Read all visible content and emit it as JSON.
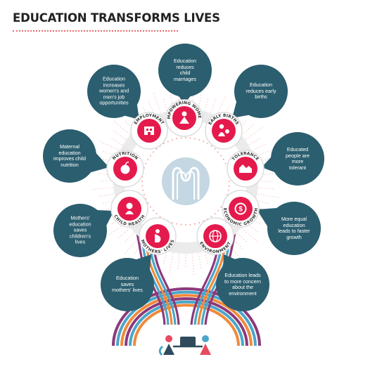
{
  "title": "EDUCATION TRANSFORMS LIVES",
  "colors": {
    "bubble": "#2b5e6f",
    "node": "#e51a4c",
    "ring": "#ebebeb",
    "center": "#c4d7e2",
    "purple": "#8c3a7c",
    "blue": "#4aa6c8",
    "orange": "#f08a3c",
    "dark": "#2f4b5c",
    "pink": "#e84a5f"
  },
  "nodes": [
    {
      "id": "employment",
      "label": "EMPLOYMENT",
      "icon": "building-icon"
    },
    {
      "id": "empowering-women",
      "label": "EMPOWERING WOMEN",
      "icon": "woman-icon"
    },
    {
      "id": "early-births",
      "label": "EARLY BIRTHS",
      "icon": "mother-baby-icon"
    },
    {
      "id": "tolerance",
      "label": "TOLERANCE",
      "icon": "houses-icon"
    },
    {
      "id": "economic-growth",
      "label": "ECONOMIC GROWTH",
      "icon": "coin-icon"
    },
    {
      "id": "environment",
      "label": "ENVIRONMENT",
      "icon": "globe-icon"
    },
    {
      "id": "mothers-lives",
      "label": "MOTHERS' LIVES",
      "icon": "pregnant-icon"
    },
    {
      "id": "child-health",
      "label": "CHILD HEALTH",
      "icon": "baby-icon"
    },
    {
      "id": "nutrition",
      "label": "NUTRITION",
      "icon": "apple-icon"
    }
  ],
  "callouts": [
    {
      "id": "child-marriages",
      "text": "Education\nreduces\nchild\nmarriages"
    },
    {
      "id": "early-births",
      "text": "Education\nreduces early\nbirths"
    },
    {
      "id": "tolerance",
      "text": "Educated\npeople are\nmore\ntolerant"
    },
    {
      "id": "growth",
      "text": "More equal\neducation\nleads to faster\ngrowth"
    },
    {
      "id": "environment",
      "text": "Education leads\nto more concern\nabout the\nenvironment"
    },
    {
      "id": "mothers-lives",
      "text": "Education\nsaves\nmothers' lives"
    },
    {
      "id": "childrens-lives",
      "text": "Mothers'\neducation\nsaves\nchildren's\nlives"
    },
    {
      "id": "nutrition",
      "text": "Maternal\neducation\nimproves child\nnutrition"
    },
    {
      "id": "employment",
      "text": "Education\nincreases\nwomen's and\nmen's job\nopportunities"
    }
  ]
}
